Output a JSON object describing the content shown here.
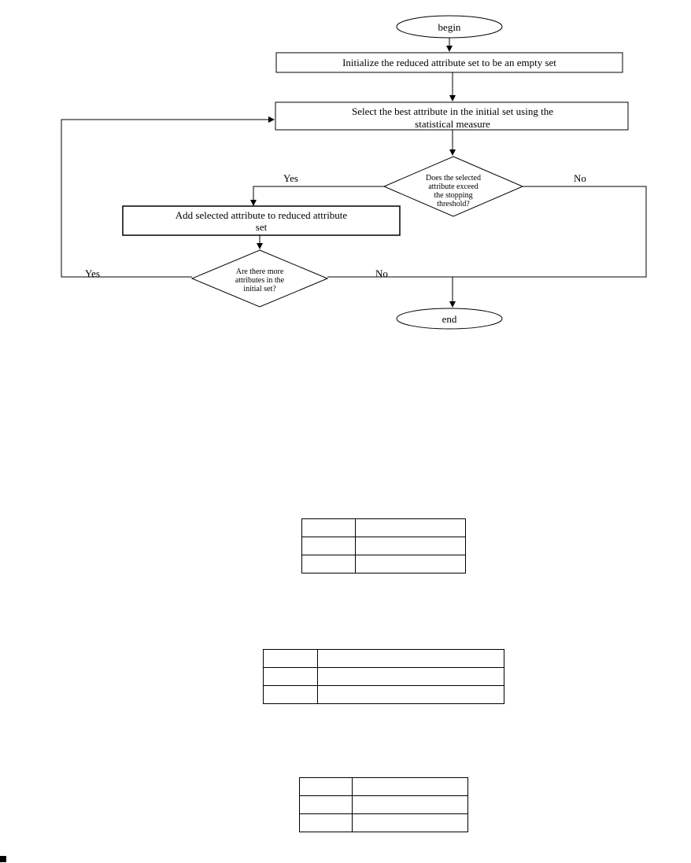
{
  "flowchart": {
    "begin": "begin",
    "init_step": "Initialize the reduced attribute set to be an empty set",
    "select_step": {
      "line1": "Select the best attribute in the initial set using the",
      "line2": "statistical measure"
    },
    "threshold_decision": {
      "line1": "Does the selected",
      "line2": "attribute exceed",
      "line3": "the stopping",
      "line4": "threshold?"
    },
    "add_step": {
      "line1": "Add selected attribute to reduced attribute",
      "line2": "set"
    },
    "more_decision": {
      "line1": "Are there more",
      "line2": "attributes in the",
      "line3": "initial set?"
    },
    "end": "end",
    "labels": {
      "threshold_yes": "Yes",
      "threshold_no": "No",
      "more_yes": "Yes",
      "more_no": "No"
    }
  },
  "tables": [
    {
      "rows": [
        [
          "",
          ""
        ],
        [
          "",
          ""
        ],
        [
          "",
          ""
        ]
      ]
    },
    {
      "rows": [
        [
          "",
          ""
        ],
        [
          "",
          ""
        ],
        [
          "",
          ""
        ]
      ]
    },
    {
      "rows": [
        [
          "",
          ""
        ],
        [
          "",
          ""
        ],
        [
          "",
          ""
        ]
      ]
    }
  ]
}
